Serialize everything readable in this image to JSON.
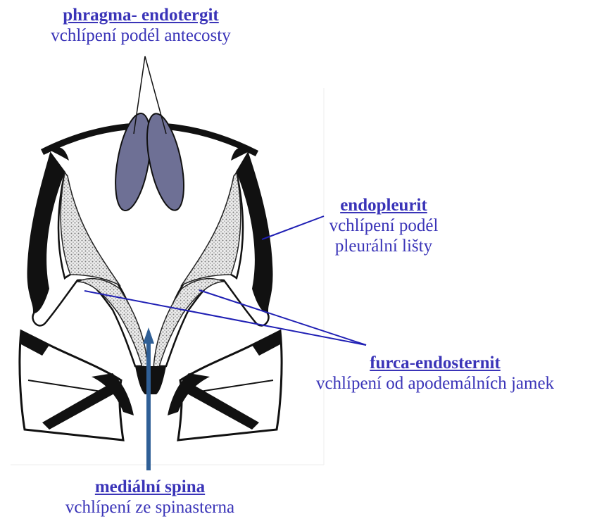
{
  "colors": {
    "label_text": "#3a34b8",
    "pointer_line": "#1f1fb4",
    "thick_arrow": "#2f5f96",
    "lobe_fill": "#6e7095",
    "outline": "#111111",
    "stipple": "#bdbdbd"
  },
  "labels": {
    "phragma": {
      "title": "phragma- endotergit",
      "subtitle": "vchlípení podél antecosty"
    },
    "endopleurit": {
      "title": "endopleurit",
      "subtitle_line1": "vchlípení podél",
      "subtitle_line2": "pleurální lišty"
    },
    "furca": {
      "title": "furca-endosternit",
      "subtitle": "vchlípení od apodemálních jamek"
    },
    "medialni": {
      "title": "mediální spina",
      "subtitle": "vchlípení ze spinasterna"
    }
  }
}
